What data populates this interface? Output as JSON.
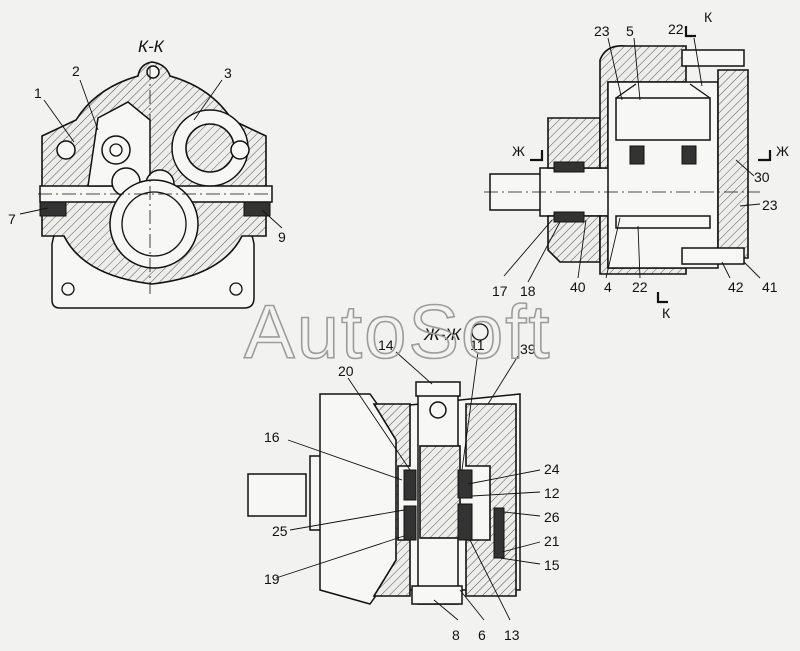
{
  "views": {
    "kk": {
      "title": "К-К",
      "labels": [
        "1",
        "2",
        "3",
        "7",
        "9"
      ]
    },
    "side": {
      "labels": [
        "23",
        "5",
        "22",
        "30",
        "23",
        "17",
        "18",
        "40",
        "4",
        "22",
        "42",
        "41"
      ],
      "section_k_top": "К",
      "section_k_bottom": "К",
      "section_zh_left": "Ж",
      "section_zh_right": "Ж"
    },
    "zhzh": {
      "title": "Ж-Ж",
      "labels": [
        "14",
        "11",
        "39",
        "20",
        "16",
        "24",
        "12",
        "26",
        "25",
        "21",
        "15",
        "19",
        "8",
        "6",
        "13"
      ]
    }
  },
  "watermark": "AutoSoft"
}
